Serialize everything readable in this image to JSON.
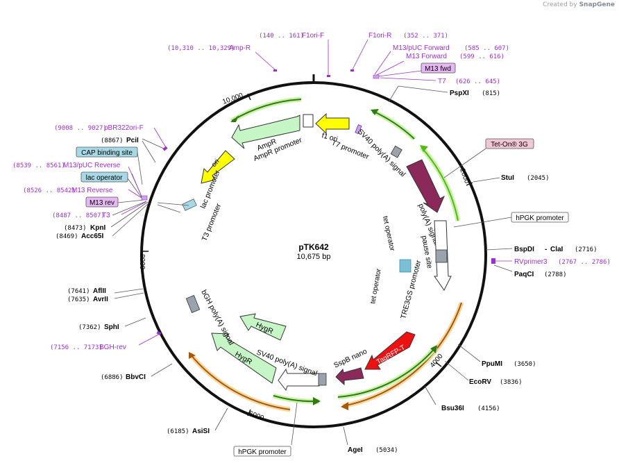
{
  "brand": {
    "created_by": "Created by",
    "name": "SnapGene"
  },
  "plasmid": {
    "name": "pTK642",
    "length": "10,675 bp"
  },
  "scale_ticks": [
    "10,000",
    "2000",
    "4000",
    "6000",
    "8000"
  ],
  "colors": {
    "primer": "#9b30c7",
    "enzyme": "#000000",
    "green_feature": "#56b816",
    "orange_feature": "#e69a1a",
    "ori_yellow": "#ffff00",
    "polyA_maroon": "#8b2a5a",
    "tagrfp_red": "#ee1111",
    "hygr_light_green": "#c6f5c6",
    "box_blue": "#a7d8e6",
    "box_pink": "#f1c6d6",
    "box_purple": "#e6b8f3"
  },
  "top_primers": [
    {
      "range": "(10,310 .. 10,329)",
      "name": "Amp-R"
    },
    {
      "range": "(140 .. 161)",
      "name": "F1ori-F"
    },
    {
      "range": "(352 .. 371)",
      "name": "F1ori-R"
    },
    {
      "range": "(585 .. 607)",
      "name": "M13/pUC Forward"
    },
    {
      "range": "(599 .. 616)",
      "name": "M13 Forward"
    },
    {
      "range": "",
      "name": "M13 fwd"
    },
    {
      "range": "(626 .. 645)",
      "name": "T7"
    }
  ],
  "right_labels": [
    {
      "name": "PspXI",
      "pos": "(815)"
    },
    {
      "name": "Tet-On® 3G",
      "pos": ""
    },
    {
      "name": "StuI",
      "pos": "(2045)"
    },
    {
      "name": "hPGK promoter",
      "pos": ""
    },
    {
      "name": "BspDI",
      "name2": "ClaI",
      "pos": "(2716)"
    },
    {
      "name": "RVprimer3",
      "pos": "(2767 .. 2786)"
    },
    {
      "name": "PaqCI",
      "pos": "(2788)"
    },
    {
      "name": "PpuMI",
      "pos": "(3650)"
    },
    {
      "name": "EcoRV",
      "pos": "(3836)"
    },
    {
      "name": "Bsu36I",
      "pos": "(4156)"
    },
    {
      "name": "AgeI",
      "pos": "(5034)"
    },
    {
      "name": "hPGK promoter",
      "pos": ""
    }
  ],
  "left_labels": [
    {
      "pos": "(9008 .. 9027)",
      "name": "pBR322ori-F"
    },
    {
      "pos": "(8867)",
      "name": "PciI"
    },
    {
      "pos": "",
      "name": "CAP binding site"
    },
    {
      "pos": "(8539 .. 8561)",
      "name": "M13/pUC Reverse"
    },
    {
      "pos": "",
      "name": "lac operator"
    },
    {
      "pos": "(8526 .. 8542)",
      "name": "M13 Reverse"
    },
    {
      "pos": "",
      "name": "M13 rev"
    },
    {
      "pos": "(8487 .. 8507)",
      "name": "T3"
    },
    {
      "pos": "(8473)",
      "name": "KpnI"
    },
    {
      "pos": "(8469)",
      "name": "Acc65I"
    },
    {
      "pos": "(7641)",
      "name": "AflII"
    },
    {
      "pos": "(7635)",
      "name": "AvrII"
    },
    {
      "pos": "(7362)",
      "name": "SphI"
    },
    {
      "pos": "(7156 .. 7173)",
      "name": "BGH-rev"
    },
    {
      "pos": "(6886)",
      "name": "BbvCI"
    },
    {
      "pos": "(6185)",
      "name": "AsiSI"
    }
  ],
  "features": {
    "f1_ori": "f1 ori",
    "t7_promoter": "T7 promoter",
    "sv40_polya_top": "SV40 poly(A) signal",
    "ampr": "AmpR",
    "ampr_promoter": "AmpR promoter",
    "ori": "ori",
    "lac_promoter": "lac promoter",
    "t3_promoter": "T3 promoter",
    "polya_signal": "poly(A) signal",
    "pause_site": "pause site",
    "tre3gs_promoter": "TRE3GS promoter",
    "tet_operator_1": "tet operator",
    "tet_operator_2": "tet operator",
    "bgh_polya": "bGH poly(A) signal",
    "hygr_1": "HygR",
    "hygr_2": "HygR",
    "sv40_polya_bottom": "SV40 poly(A) signal",
    "sspb_nano": "SspB nano",
    "tagrfp": "TagRFP-T"
  }
}
